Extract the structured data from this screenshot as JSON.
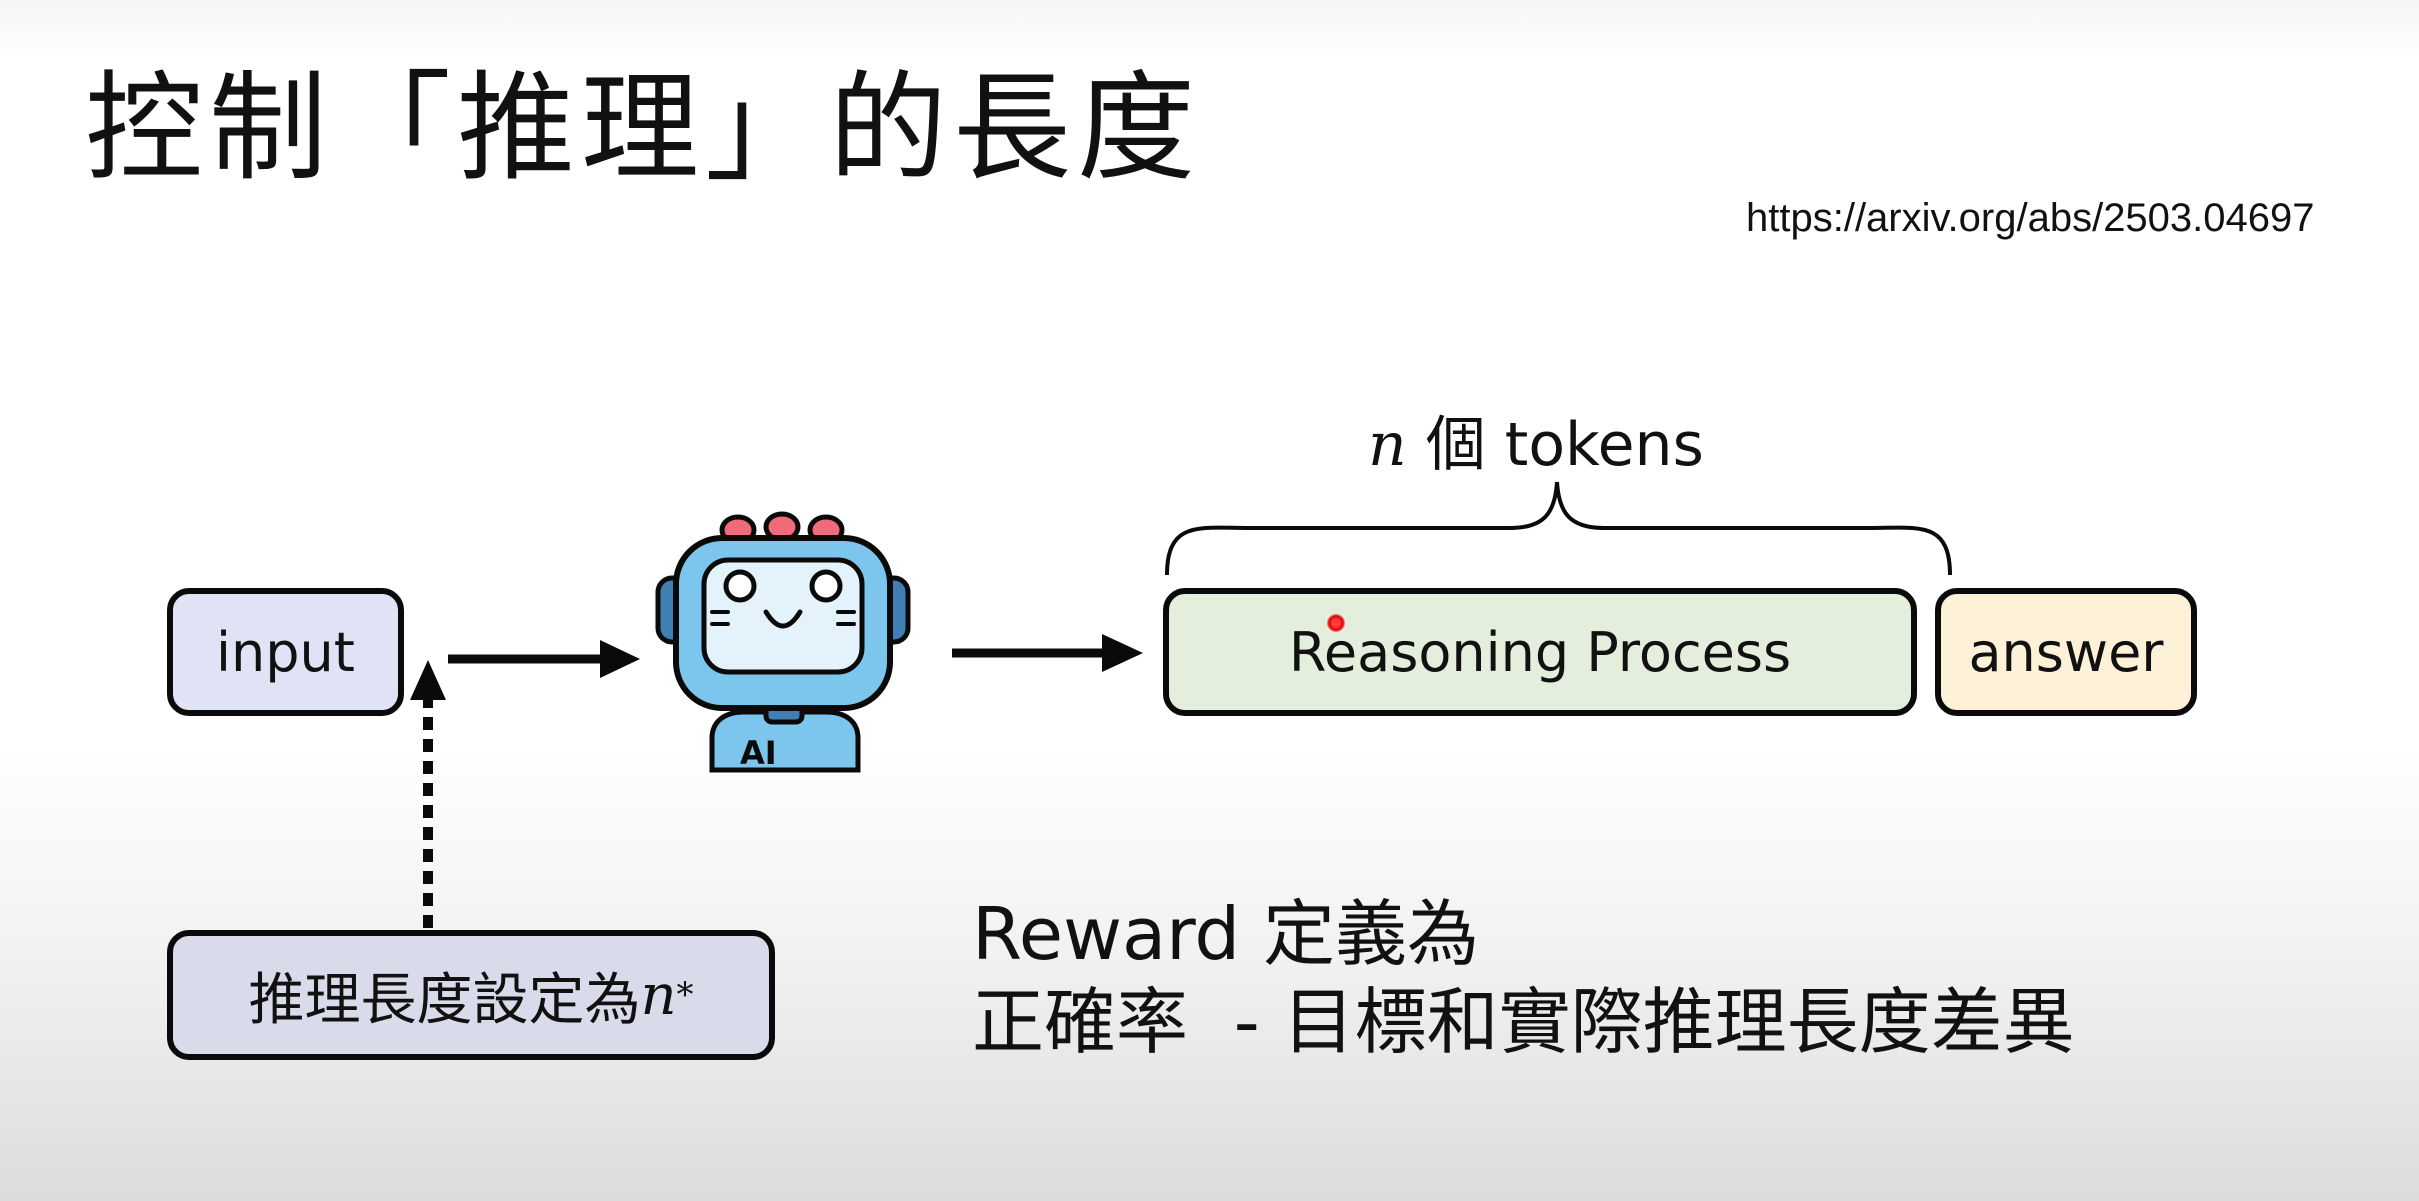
{
  "slide": {
    "title": "控制「推理」的長度",
    "source_url": "https://arxiv.org/abs/2503.04697"
  },
  "diagram": {
    "input_label": "input",
    "reasoning_label": "Reasoning Process",
    "answer_label": "answer",
    "tokens_var": "n",
    "tokens_text": " 個 tokens",
    "length_setting_text": "推理長度設定為 ",
    "length_var": "n",
    "length_subscript": "*",
    "robot_badge": "AI",
    "reward_line1": "Reward 定義為",
    "reward_line2": "正確率  - 目標和實際推理長度差異"
  },
  "colors": {
    "input_fill": "#e0e3f6",
    "reasoning_fill": "#e3efdc",
    "answer_fill": "#fdf2d7",
    "length_fill": "#d9daea",
    "robot_blue": "#7cc6ee",
    "robot_antenna": "#f06a7a",
    "stroke": "#0a0a0a"
  },
  "icons": {
    "robot": "ai-robot-icon",
    "pointer": "laser-pointer-dot"
  }
}
